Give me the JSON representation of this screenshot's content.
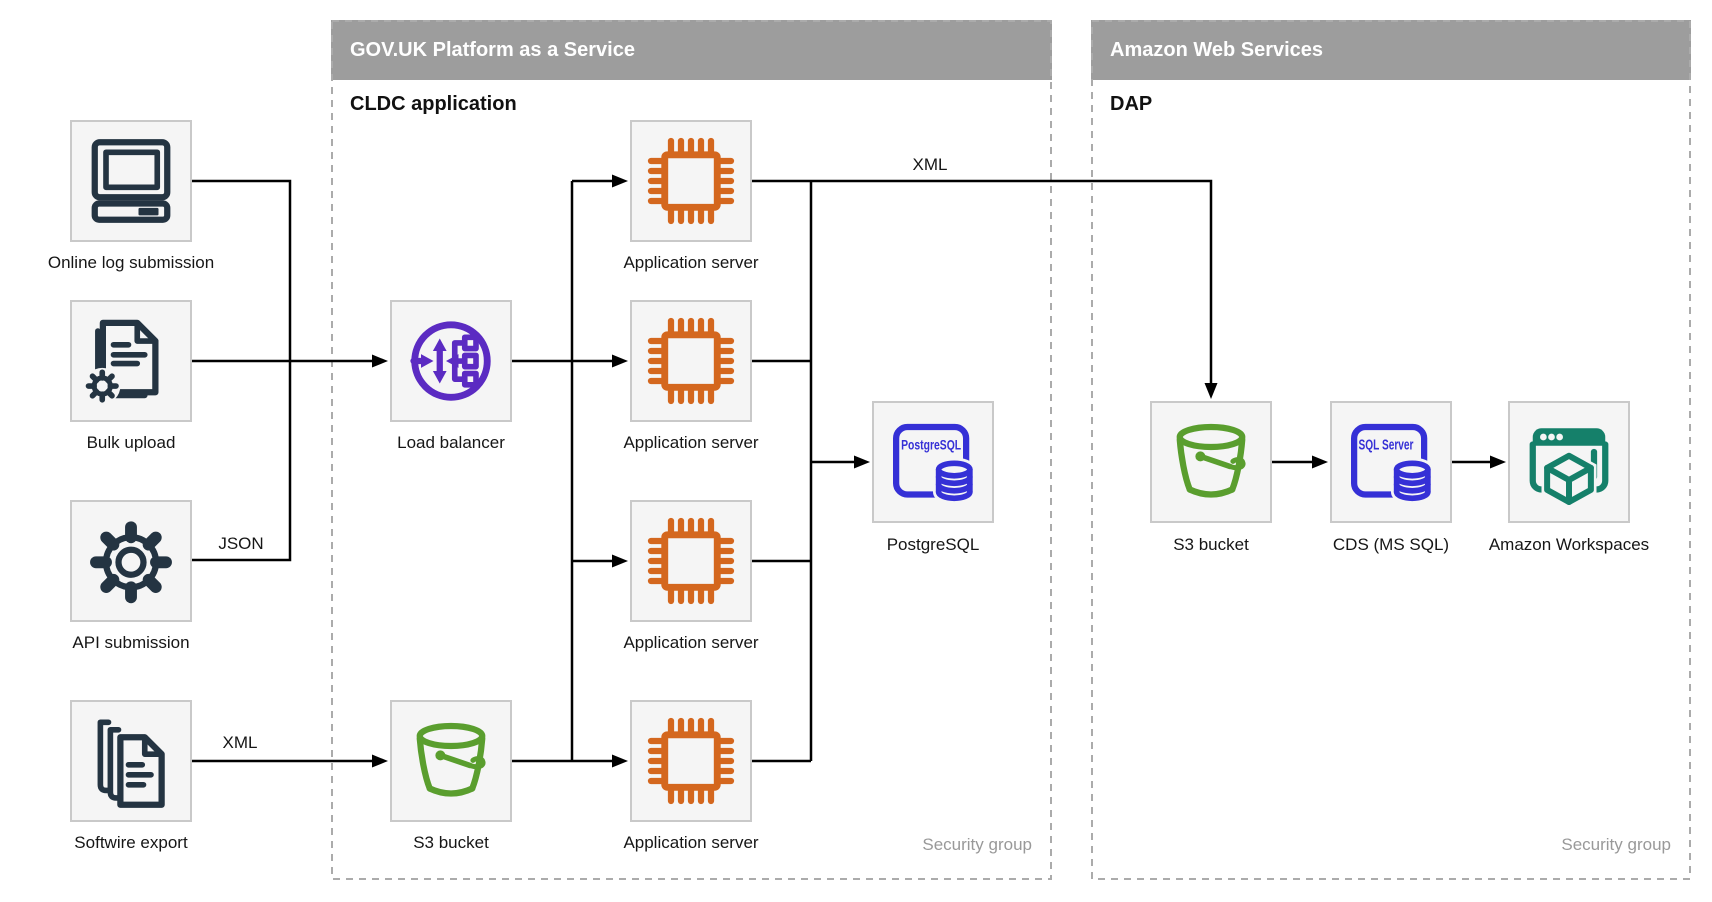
{
  "colors": {
    "header_bg": "#9D9D9D",
    "header_text": "#FFFFFF",
    "node_fill": "#F5F5F5",
    "node_border": "#C9C9C9",
    "group_dash": "#ABABAB",
    "connector": "#000000",
    "security_text": "#999999",
    "icon_navy": "#243442",
    "icon_orange": "#D4671E",
    "icon_green": "#5A9E2E",
    "icon_purple": "#5B2BC2",
    "icon_indigo": "#3530D6",
    "icon_teal": "#15806A"
  },
  "groups": {
    "paas": {
      "header": "GOV.UK Platform as a Service",
      "sublabel": "CLDC application",
      "security": "Security group"
    },
    "aws": {
      "header": "Amazon Web Services",
      "sublabel": "DAP",
      "security": "Security group"
    }
  },
  "nodes": {
    "online_log": {
      "label": "Online log submission"
    },
    "bulk_upload": {
      "label": "Bulk upload"
    },
    "api_submission": {
      "label": "API submission"
    },
    "softwire_export": {
      "label": "Softwire export"
    },
    "load_balancer": {
      "label": "Load balancer"
    },
    "s3_paas": {
      "label": "S3 bucket"
    },
    "app_server_1": {
      "label": "Application server"
    },
    "app_server_2": {
      "label": "Application server"
    },
    "app_server_3": {
      "label": "Application server"
    },
    "app_server_4": {
      "label": "Application server"
    },
    "postgresql": {
      "label": "PostgreSQL"
    },
    "s3_aws": {
      "label": "S3 bucket"
    },
    "cds": {
      "label": "CDS (MS SQL)"
    },
    "workspaces": {
      "label": "Amazon Workspaces"
    }
  },
  "edge_labels": {
    "json": "JSON",
    "xml_softwire": "XML",
    "xml_app_to_aws": "XML"
  },
  "icon_text": {
    "postgresql": "PostgreSQL",
    "sql_server": "SQL Server"
  },
  "connections": [
    {
      "from": "Online log submission",
      "to": "Load balancer",
      "label": ""
    },
    {
      "from": "Bulk upload",
      "to": "Load balancer",
      "label": ""
    },
    {
      "from": "API submission",
      "to": "Load balancer",
      "label": "JSON"
    },
    {
      "from": "Softwire export",
      "to": "S3 bucket (GOV.UK PaaS)",
      "label": "XML"
    },
    {
      "from": "Load balancer",
      "to": "Application server 1",
      "label": ""
    },
    {
      "from": "Load balancer",
      "to": "Application server 2",
      "label": ""
    },
    {
      "from": "Load balancer",
      "to": "Application server 3",
      "label": ""
    },
    {
      "from": "S3 bucket (GOV.UK PaaS)",
      "to": "Application server 4",
      "label": ""
    },
    {
      "from": "Application servers",
      "to": "PostgreSQL",
      "label": ""
    },
    {
      "from": "Application server 1",
      "to": "S3 bucket (AWS)",
      "label": "XML"
    },
    {
      "from": "S3 bucket (AWS)",
      "to": "CDS (MS SQL)",
      "label": ""
    },
    {
      "from": "CDS (MS SQL)",
      "to": "Amazon Workspaces",
      "label": ""
    }
  ]
}
